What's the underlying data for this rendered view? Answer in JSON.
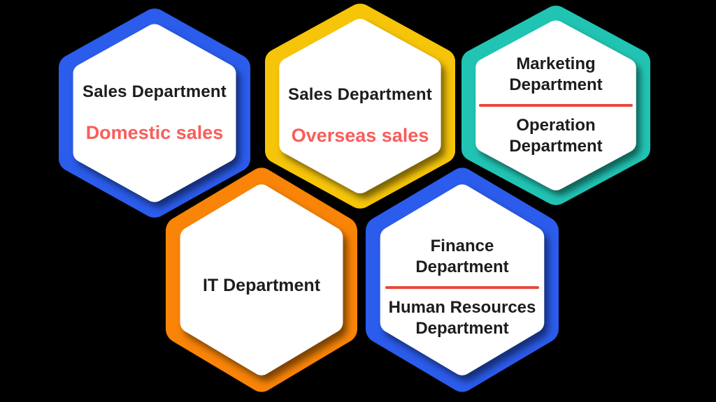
{
  "background_color": "#000000",
  "hex_fill_color": "#FFFFFF",
  "text_color": "#1D1D1D",
  "hexagons": [
    {
      "name": "sales-domestic",
      "border_color": "#2B5CEC",
      "primary": "Sales Department",
      "secondary": "Domestic sales",
      "secondary_color": "#F95D59"
    },
    {
      "name": "sales-overseas",
      "border_color": "#F6C50A",
      "primary": "Sales Department",
      "secondary": "Overseas sales",
      "secondary_color": "#F95D59"
    },
    {
      "name": "marketing-operation",
      "border_color": "#21C4B3",
      "top_lines": [
        "Marketing",
        "Department"
      ],
      "bottom_lines": [
        "Operation",
        "Department"
      ],
      "divider_color": "#E9483B"
    },
    {
      "name": "it",
      "border_color": "#F98407",
      "primary": "IT Department"
    },
    {
      "name": "finance-hr",
      "border_color": "#2B5CEC",
      "top_lines": [
        "Finance",
        "Department"
      ],
      "bottom_lines": [
        "Human Resources",
        "Department"
      ],
      "divider_color": "#E9483B"
    }
  ]
}
